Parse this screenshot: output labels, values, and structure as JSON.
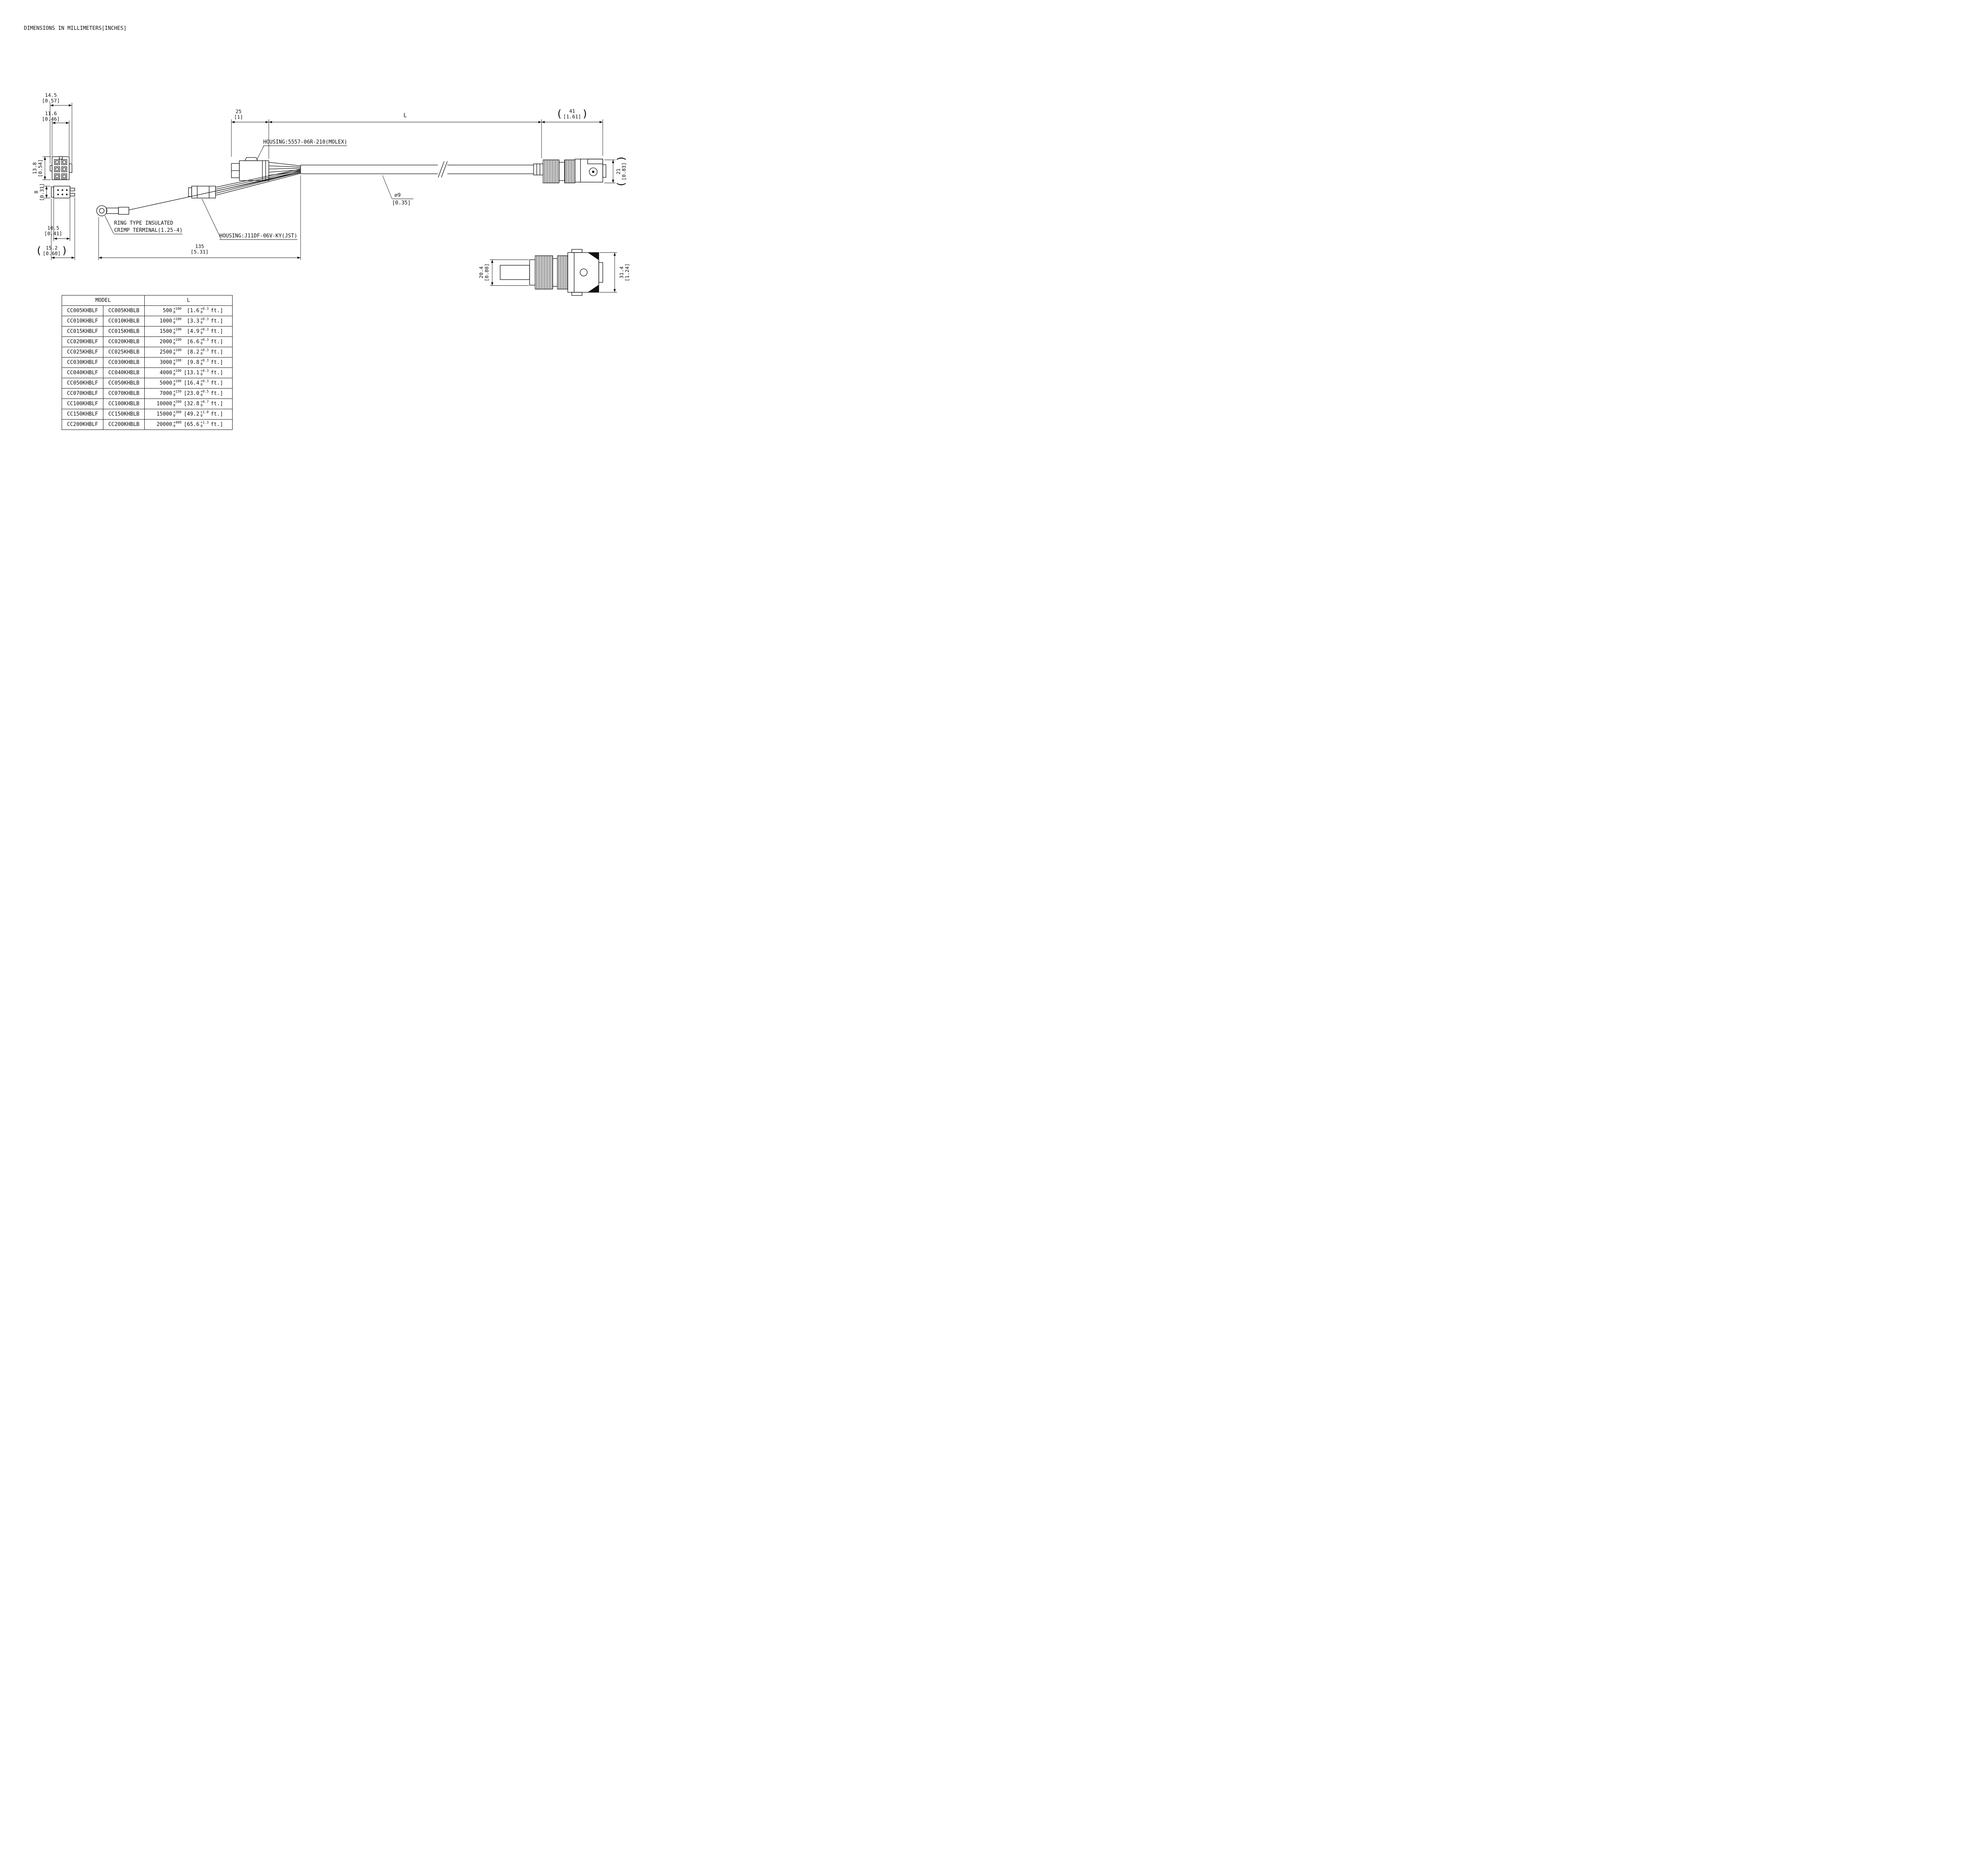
{
  "note": "DIMENSIONS IN MILLIMETERS[INCHES]",
  "callouts": {
    "housing_molex": "HOUSING:5557-06R-210(MOLEX)",
    "housing_jst": "HOUSING:J11DF-06V-KY(JST)",
    "ring_line1": "RING TYPE INSULATED",
    "ring_line2": "CRIMP TERMINAL(1.25-4)",
    "cable_dia_mm": "⌀9",
    "cable_dia_in": "[0.35]"
  },
  "dims": {
    "d145": {
      "mm": "14.5",
      "in": "[0.57]"
    },
    "d116": {
      "mm": "11.6",
      "in": "[0.46]"
    },
    "d138": {
      "mm": "13.8",
      "in": "[0.54]"
    },
    "d8": {
      "mm": "8",
      "in": "[0.31]"
    },
    "d105": {
      "mm": "10.5",
      "in": "[0.41]"
    },
    "d152": {
      "mm": "15.2",
      "in": "[0.60]"
    },
    "d25": {
      "mm": "25",
      "in": "[1]"
    },
    "dL": {
      "mm": "L"
    },
    "d41": {
      "mm": "41",
      "in": "[1.61]"
    },
    "d21": {
      "mm": "21",
      "in": "[0.83]"
    },
    "d135": {
      "mm": "135",
      "in": "[5.31]"
    },
    "d204": {
      "mm": "20.4",
      "in": "[0.80]"
    },
    "d314": {
      "mm": "31.4",
      "in": "[1.24]"
    }
  },
  "table": {
    "header_model": "MODEL",
    "header_l": "L",
    "rows": [
      {
        "f": "CC005KHBLF",
        "b": "CC005KHBLB",
        "mm": "500",
        "tu": "+100",
        "td": "0",
        "ft": "[1.6",
        "fu": "+0.3",
        "fd": "0",
        "unit": "ft.]"
      },
      {
        "f": "CC010KHBLF",
        "b": "CC010KHBLB",
        "mm": "1000",
        "tu": "+100",
        "td": "0",
        "ft": "[3.3",
        "fu": "+0.3",
        "fd": "0",
        "unit": "ft.]"
      },
      {
        "f": "CC015KHBLF",
        "b": "CC015KHBLB",
        "mm": "1500",
        "tu": "+100",
        "td": "0",
        "ft": "[4.9",
        "fu": "+0.3",
        "fd": "0",
        "unit": "ft.]"
      },
      {
        "f": "CC020KHBLF",
        "b": "CC020KHBLB",
        "mm": "2000",
        "tu": "+100",
        "td": "0",
        "ft": "[6.6",
        "fu": "+0.3",
        "fd": "0",
        "unit": "ft.]"
      },
      {
        "f": "CC025KHBLF",
        "b": "CC025KHBLB",
        "mm": "2500",
        "tu": "+100",
        "td": "0",
        "ft": "[8.2",
        "fu": "+0.3",
        "fd": "0",
        "unit": "ft.]"
      },
      {
        "f": "CC030KHBLF",
        "b": "CC030KHBLB",
        "mm": "3000",
        "tu": "+100",
        "td": "0",
        "ft": "[9.8",
        "fu": "+0.3",
        "fd": "0",
        "unit": "ft.]"
      },
      {
        "f": "CC040KHBLF",
        "b": "CC040KHBLB",
        "mm": "4000",
        "tu": "+100",
        "td": "0",
        "ft": "[13.1",
        "fu": "+0.3",
        "fd": "0",
        "unit": "ft.]"
      },
      {
        "f": "CC050KHBLF",
        "b": "CC050KHBLB",
        "mm": "5000",
        "tu": "+100",
        "td": "0",
        "ft": "[16.4",
        "fu": "+0.3",
        "fd": "0",
        "unit": "ft.]"
      },
      {
        "f": "CC070KHBLF",
        "b": "CC070KHBLB",
        "mm": "7000",
        "tu": "+150",
        "td": "0",
        "ft": "[23.0",
        "fu": "+0.5",
        "fd": "0",
        "unit": "ft.]"
      },
      {
        "f": "CC100KHBLF",
        "b": "CC100KHBLB",
        "mm": "10000",
        "tu": "+200",
        "td": "0",
        "ft": "[32.8",
        "fu": "+0.7",
        "fd": "0",
        "unit": "ft.]"
      },
      {
        "f": "CC150KHBLF",
        "b": "CC150KHBLB",
        "mm": "15000",
        "tu": "+300",
        "td": "0",
        "ft": "[49.2",
        "fu": "+1.0",
        "fd": "0",
        "unit": "ft.]"
      },
      {
        "f": "CC200KHBLF",
        "b": "CC200KHBLB",
        "mm": "20000",
        "tu": "+400",
        "td": "0",
        "ft": "[65.6",
        "fu": "+1.3",
        "fd": "0",
        "unit": "ft.]"
      }
    ]
  }
}
